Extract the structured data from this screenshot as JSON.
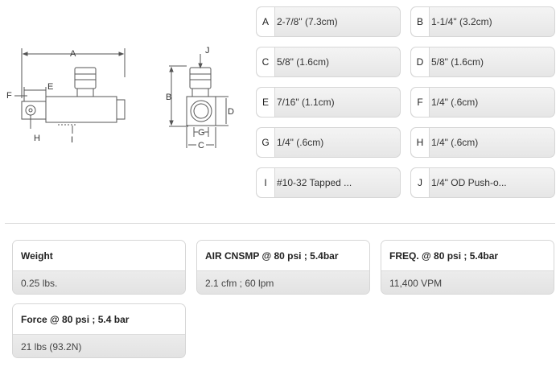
{
  "diagram": {
    "labels": {
      "A": "A",
      "B": "B",
      "C": "C",
      "D": "D",
      "E": "E",
      "F": "F",
      "G": "G",
      "H": "H",
      "I": "I",
      "J": "J"
    }
  },
  "dimensions": [
    {
      "letter": "A",
      "value": "2-7/8\"  (7.3cm)"
    },
    {
      "letter": "B",
      "value": "1-1/4\"  (3.2cm)"
    },
    {
      "letter": "C",
      "value": "5/8\"  (1.6cm)"
    },
    {
      "letter": "D",
      "value": "5/8\"  (1.6cm)"
    },
    {
      "letter": "E",
      "value": "7/16\"  (1.1cm)"
    },
    {
      "letter": "F",
      "value": "1/4\"  (.6cm)"
    },
    {
      "letter": "G",
      "value": "1/4\"  (.6cm)"
    },
    {
      "letter": "H",
      "value": "1/4\"  (.6cm)"
    },
    {
      "letter": "I",
      "value": "#10-32 Tapped ..."
    },
    {
      "letter": "J",
      "value": "1/4\" OD Push-o..."
    }
  ],
  "specs": [
    {
      "label": "Weight",
      "value": "0.25 lbs."
    },
    {
      "label": "AIR CNSMP @ 80 psi ; 5.4bar",
      "value": "2.1 cfm ; 60 lpm"
    },
    {
      "label": "FREQ. @ 80 psi ; 5.4bar",
      "value": "11,400 VPM"
    },
    {
      "label": "Force @ 80 psi ; 5.4 bar",
      "value": "21 lbs  (93.2N)"
    }
  ]
}
